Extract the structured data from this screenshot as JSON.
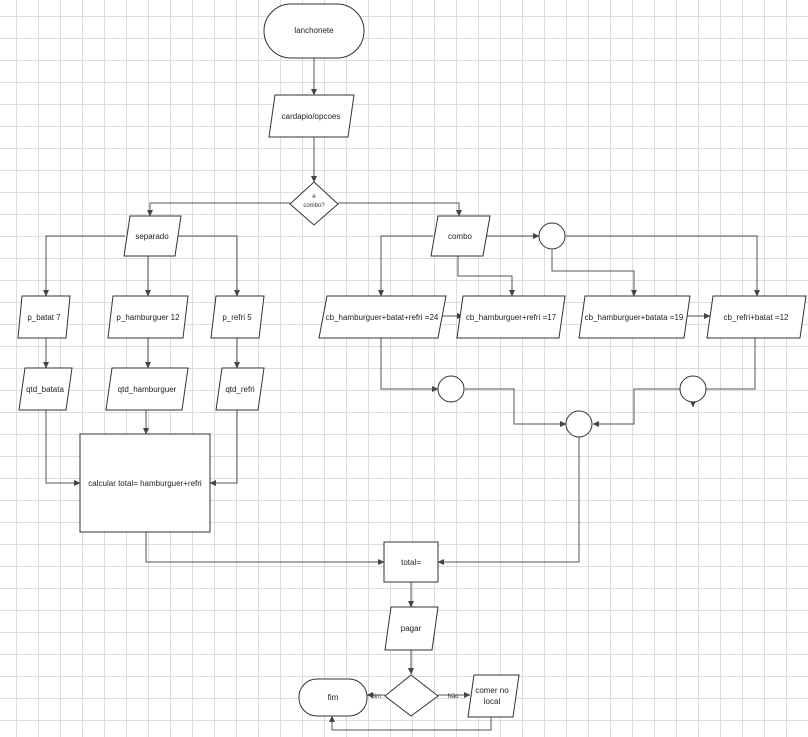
{
  "diagram": {
    "start": "lanchonete",
    "menu": "cardapio/opcoes",
    "decision_combo": [
      "e",
      "combo?"
    ],
    "separado": "separado",
    "combo": "combo",
    "p_batat": "p_batat 7",
    "p_hamburguer": "p_hamburguer 12",
    "p_refri": "p_refri 5",
    "qtd_batata": "qtd_batata",
    "qtd_hamburguer": "qtd_hamburguer",
    "qtd_refri": "qtd_refri",
    "calcular": "calcular total= hamburguer+refri",
    "cb_full": "cb_hamburguer+batat+refri =24",
    "cb_hr": "cb_hamburguer+refri =17",
    "cb_hb": "cb_hamburguer+batata =19",
    "cb_rb": "cb_refri+batat =12",
    "total": "total=",
    "pagar": "pagar",
    "comer": [
      "comer no",
      "local"
    ],
    "fim": "fim",
    "sim": "Sim",
    "nao": "Não"
  }
}
